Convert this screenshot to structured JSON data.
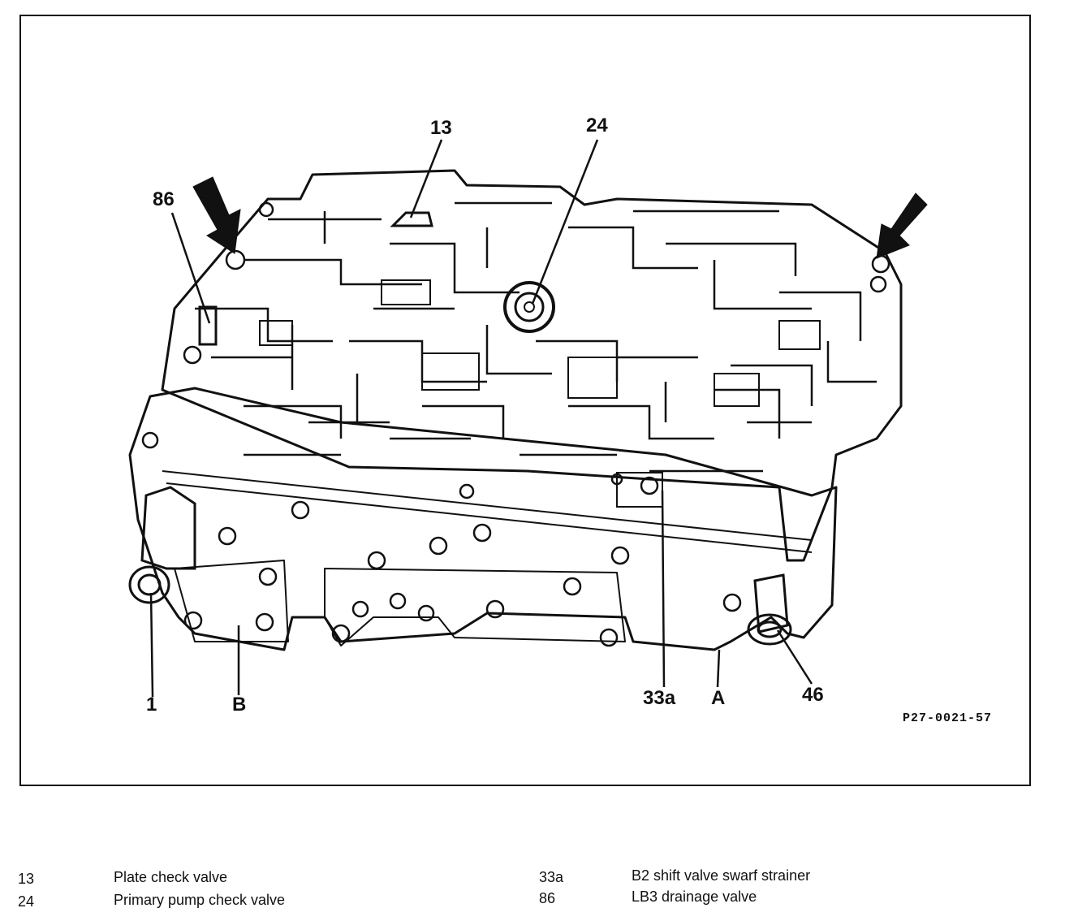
{
  "figure": {
    "reference": "P27-0021-57",
    "callouts": {
      "c13": "13",
      "c24": "24",
      "c86": "86",
      "c1": "1",
      "cB": "B",
      "c33a": "33a",
      "cA": "A",
      "c46": "46"
    }
  },
  "legend": {
    "items": [
      {
        "number": "13",
        "label": "Plate check valve"
      },
      {
        "number": "24",
        "label": "Primary pump check valve"
      },
      {
        "number": "33a",
        "label": "B2 shift valve swarf strainer"
      },
      {
        "number": "86",
        "label": "LB3 drainage valve"
      }
    ]
  }
}
